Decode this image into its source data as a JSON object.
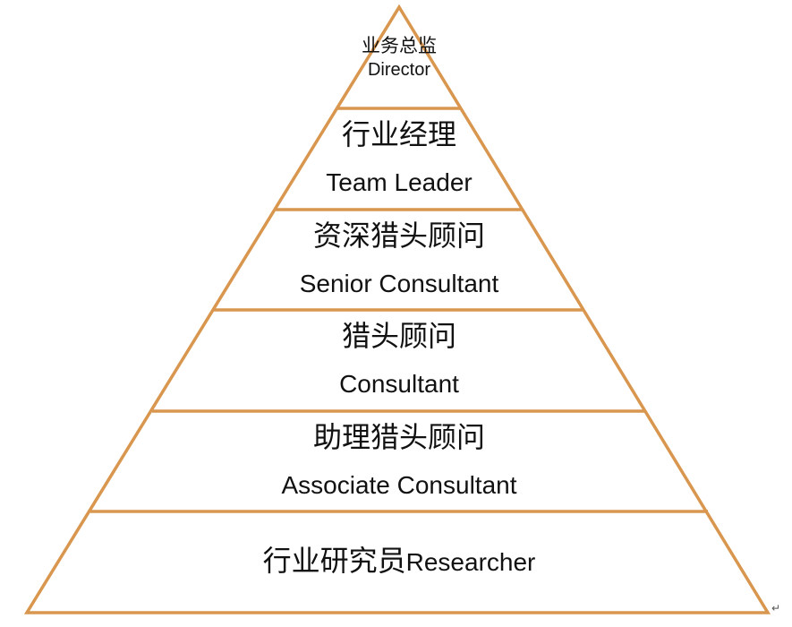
{
  "diagram": {
    "type": "pyramid",
    "outline_color": "#D9964E",
    "text_color": "#111111",
    "tiers": [
      {
        "cn": "业务总监",
        "en": "Director"
      },
      {
        "cn": "行业经理",
        "en": "Team Leader"
      },
      {
        "cn": "资深猎头顾问",
        "en": "Senior Consultant"
      },
      {
        "cn": "猎头顾问",
        "en": "Consultant"
      },
      {
        "cn": "助理猎头顾问",
        "en": "Associate Consultant"
      },
      {
        "cn": "行业研究员",
        "en": "Researcher"
      }
    ]
  },
  "paragraph_mark": "↵"
}
